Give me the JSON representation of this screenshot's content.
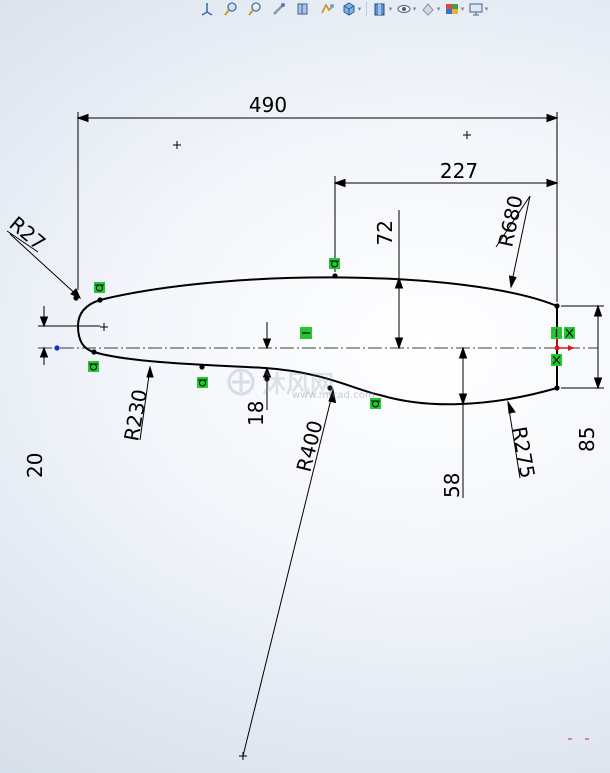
{
  "toolbar": {
    "buttons": [
      {
        "icon": "view-orientation-icon"
      },
      {
        "icon": "zoom-to-fit-icon"
      },
      {
        "icon": "zoom-to-area-icon"
      },
      {
        "icon": "previous-view-icon"
      },
      {
        "icon": "section-view-icon"
      },
      {
        "icon": "dynamic-annotation-icon"
      },
      {
        "icon": "view-orientation-cube-icon",
        "dropdown": true
      },
      {
        "icon": "display-style-icon",
        "dropdown": true
      },
      {
        "icon": "hide-show-items-icon",
        "dropdown": true
      },
      {
        "icon": "edit-appearance-icon",
        "dropdown": true
      },
      {
        "icon": "apply-scene-icon",
        "dropdown": true
      },
      {
        "icon": "view-settings-icon",
        "dropdown": true
      }
    ]
  },
  "dimensions": {
    "overall_length": "490",
    "rear_offset": "227",
    "top_height": "72",
    "rear_radius": "R680",
    "nose_radius": "R27",
    "lower_front_radius": "R230",
    "dip_depth": "18",
    "lower_mid_radius": "R400",
    "lower_rear_depth": "58",
    "lower_rear_radius": "R275",
    "tail_height": "85",
    "nose_offset": "20"
  },
  "watermark": {
    "text": "沐风网",
    "url": "www.mfcad.com"
  },
  "colors": {
    "relation_green": "#22c832",
    "axis_blue": "#1a28d8",
    "origin_red": "#e01818",
    "sketch_black": "#000000"
  }
}
